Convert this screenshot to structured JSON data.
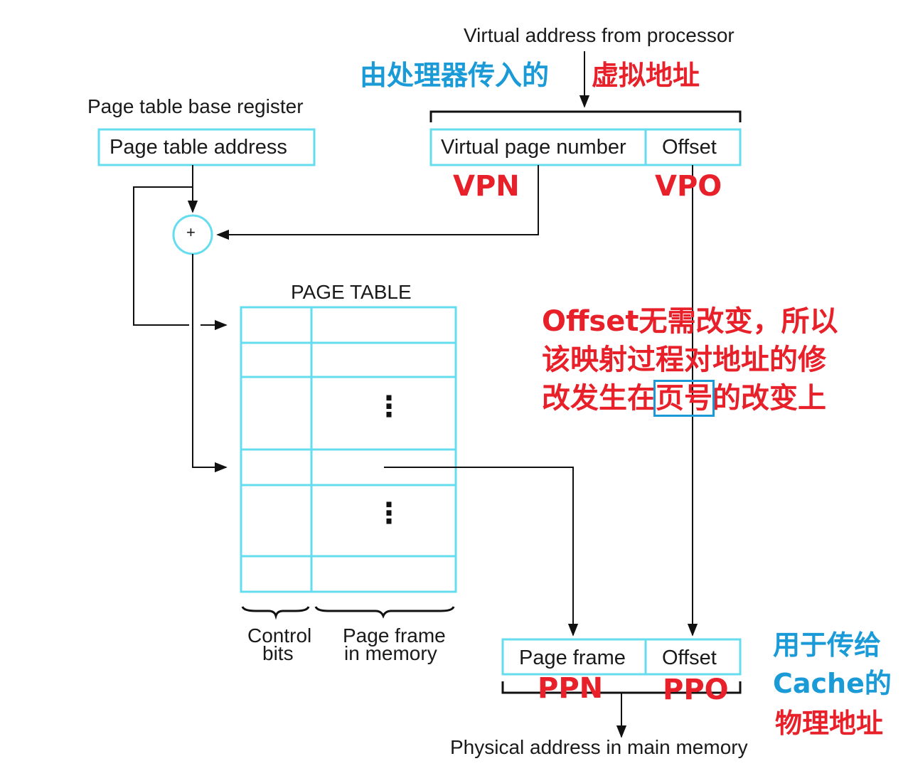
{
  "top": {
    "virtual_address_label": "Virtual address from processor",
    "cn_from_processor": "由处理器传入的",
    "cn_virtual_address": "虚拟地址"
  },
  "base_register": {
    "caption": "Page table base register",
    "box_text": "Page table address"
  },
  "virtual_address": {
    "vpn_field": "Virtual page number",
    "offset_field": "Offset",
    "vpn_tag": "VPN",
    "vpo_tag": "VPO"
  },
  "adder": {
    "symbol": "+"
  },
  "page_table": {
    "title": "PAGE TABLE",
    "ellipsis": "⋮",
    "legend_control": "Control",
    "legend_bits": "bits",
    "legend_page_frame": "Page frame",
    "legend_in_memory": "in memory"
  },
  "note": {
    "line1": "Offset无需改变，所以",
    "line2": "该映射过程对地址的修",
    "line3_a": "改发生在",
    "line3_highlight": "页号",
    "line3_b": "的改变上"
  },
  "physical_address": {
    "page_frame_field": "Page frame",
    "offset_field": "Offset",
    "ppn_tag": "PPN",
    "ppo_tag": "PPO",
    "caption": "Physical address in main memory",
    "cache_line1": "用于传给",
    "cache_line2": "Cache的",
    "cache_line3": "物理地址"
  },
  "colors": {
    "box_stroke": "#66ddee",
    "line": "#111111",
    "red_text": "#e8202a",
    "blue_text": "#1a9ad6"
  }
}
